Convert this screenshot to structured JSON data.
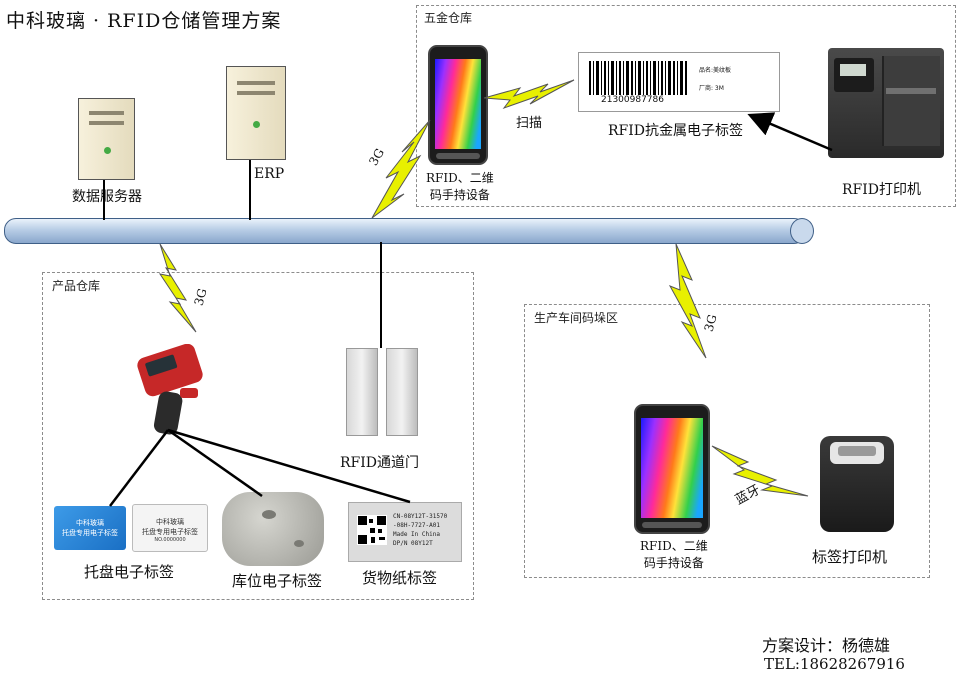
{
  "title": "中科玻璃 · RFID仓储管理方案",
  "zones": {
    "hardware": "五金仓库",
    "product": "产品仓库",
    "production": "生产车间码垛区"
  },
  "nodes": {
    "data_server": "数据服务器",
    "erp": "ERP",
    "rfid_metal_tag": "RFID抗金属电子标签",
    "rfid_printer": "RFID打印机",
    "handheld_top": [
      "RFID、二维",
      "码手持设备"
    ],
    "handheld_right": [
      "RFID、二维",
      "码手持设备"
    ],
    "rfid_gate": "RFID通道门",
    "pallet_tag": "托盘电子标签",
    "location_tag": "库位电子标签",
    "cargo_paper_tag": "货物纸标签",
    "label_printer": "标签打印机"
  },
  "links": {
    "scan": "扫描",
    "g3_top": "3G",
    "g3_left": "3G",
    "g3_right": "3G",
    "bluetooth": "蓝牙"
  },
  "barcode_label": {
    "number": "21300987786",
    "product_name": "品名:美纹板",
    "vendor": "厂商: 3M"
  },
  "cards": {
    "blue_line1": "中科玻璃",
    "blue_line2": "托盘专用电子标签",
    "white_line1": "中科玻璃",
    "white_line2": "托盘专用电子标签",
    "white_line3": "NO.0000000"
  },
  "qr_label": {
    "line1": "CN-08Y12T-31570",
    "line2": "-08H-7727-A01",
    "line3": "Made In China",
    "line4": "DP/N 08Y12T"
  },
  "footer": {
    "designer": "方案设计：杨德雄",
    "tel": "TEL:18628267916"
  },
  "colors": {
    "bus": "#9fb8d8",
    "lightning": "#e8f000",
    "zone_border": "#8c8c8c"
  }
}
